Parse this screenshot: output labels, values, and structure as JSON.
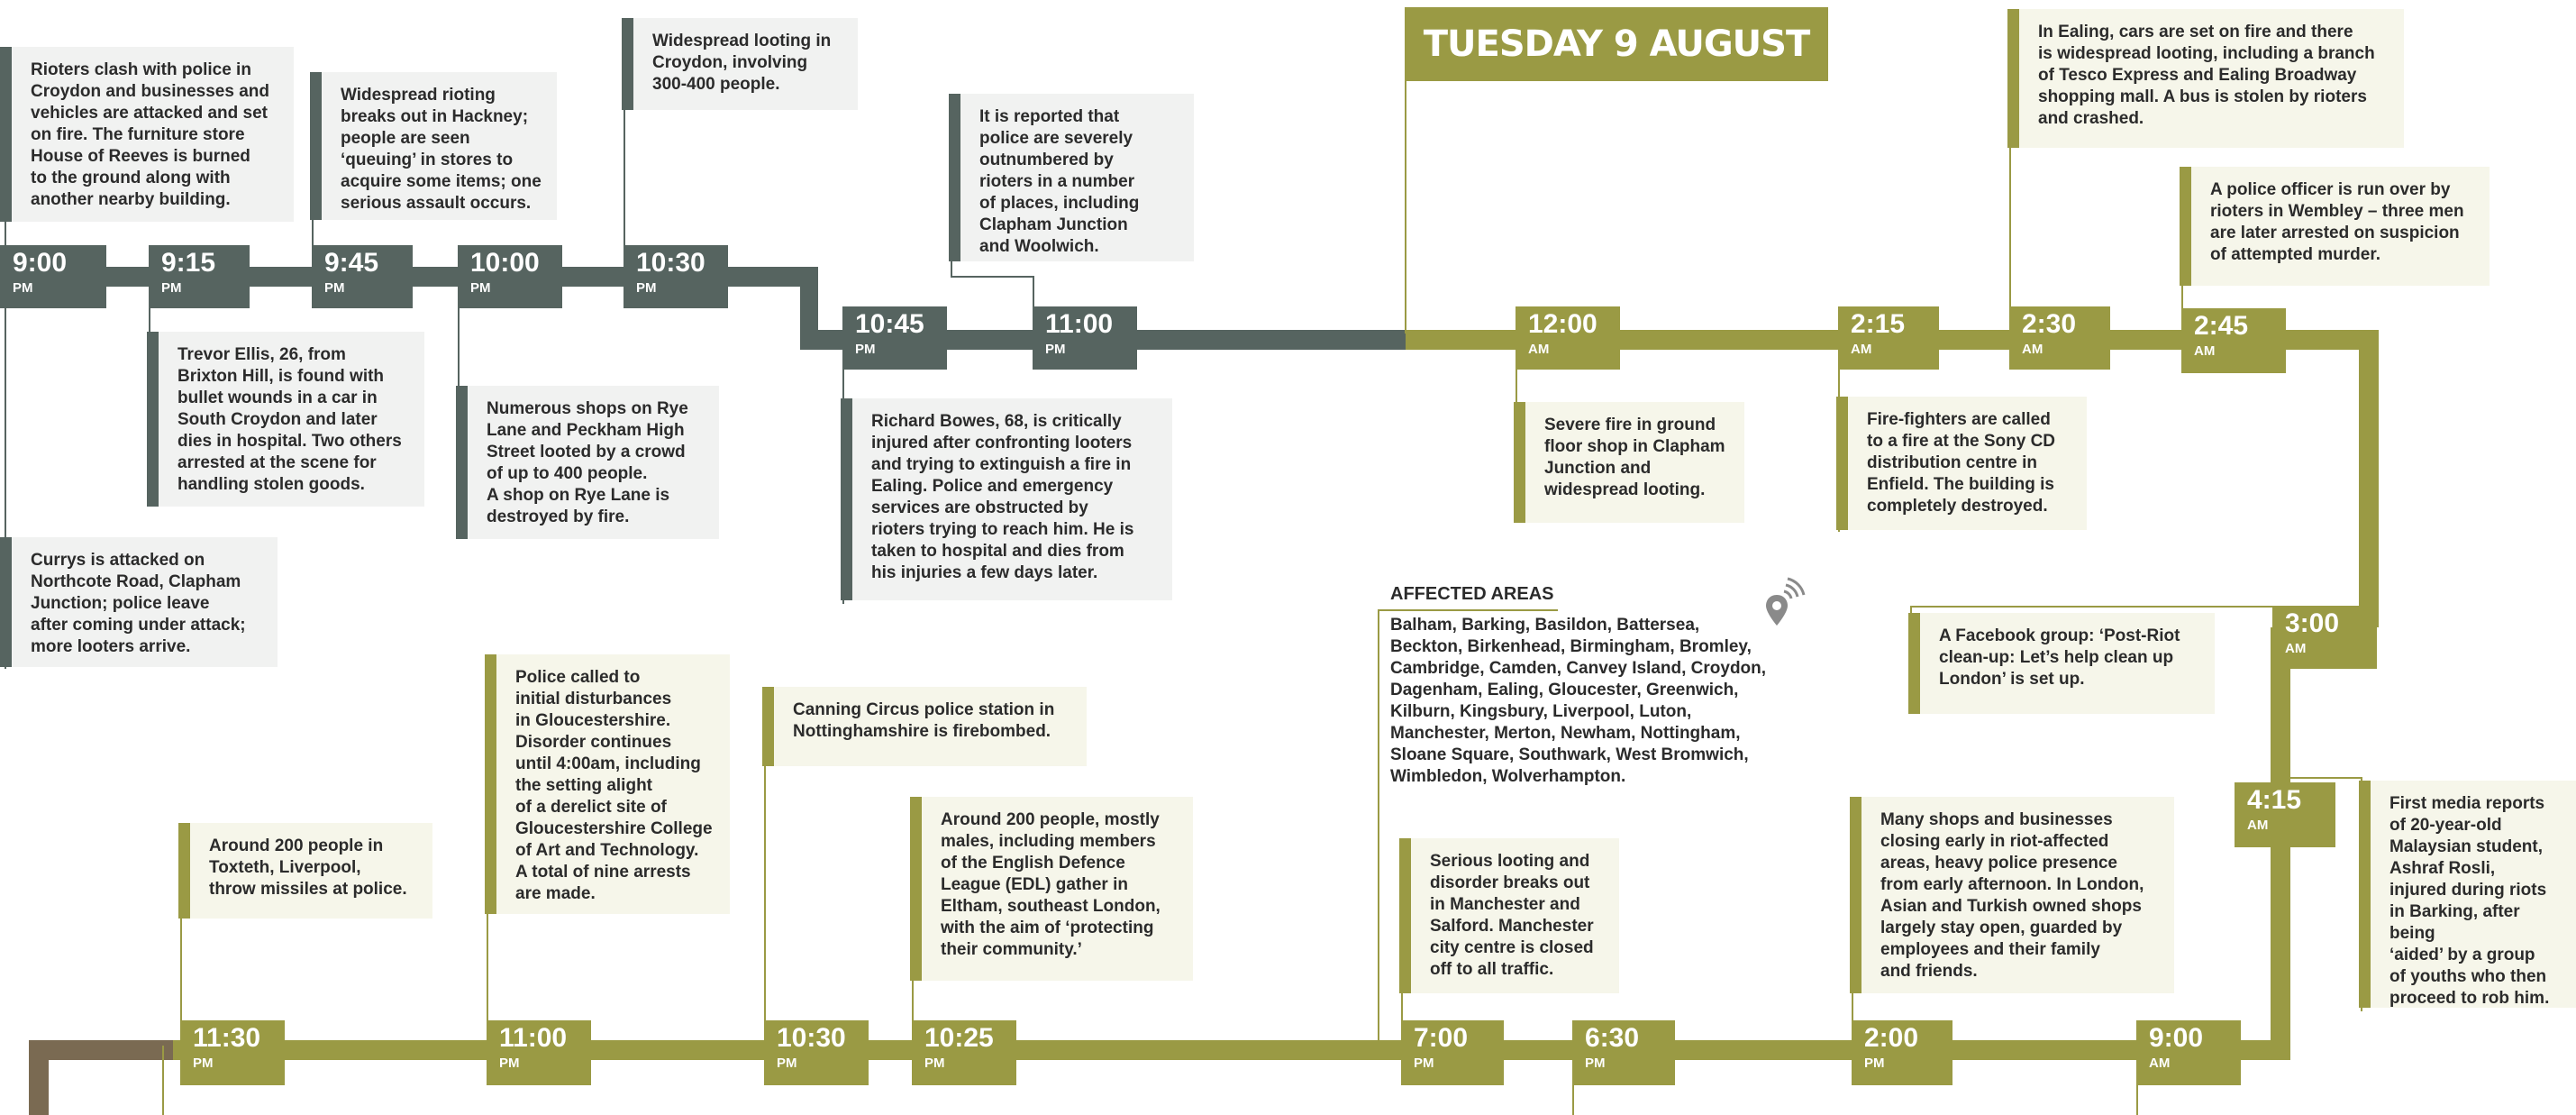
{
  "colors": {
    "dark": "#566460",
    "olive": "#9a9a44",
    "brown": "#7a6a52"
  },
  "banner": {
    "title": "TUESDAY 9 AUGUST"
  },
  "times": {
    "t900pm": {
      "t": "9:00",
      "p": "PM"
    },
    "t915pm": {
      "t": "9:15",
      "p": "PM"
    },
    "t945pm": {
      "t": "9:45",
      "p": "PM"
    },
    "t1000pm": {
      "t": "10:00",
      "p": "PM"
    },
    "t1030pm": {
      "t": "10:30",
      "p": "PM"
    },
    "t1045pm": {
      "t": "10:45",
      "p": "PM"
    },
    "t1100pm": {
      "t": "11:00",
      "p": "PM"
    },
    "t1200am": {
      "t": "12:00",
      "p": "AM"
    },
    "t215am": {
      "t": "2:15",
      "p": "AM"
    },
    "t230am": {
      "t": "2:30",
      "p": "AM"
    },
    "t245am": {
      "t": "2:45",
      "p": "AM"
    },
    "t300am": {
      "t": "3:00",
      "p": "AM"
    },
    "t415am": {
      "t": "4:15",
      "p": "AM"
    },
    "t900am": {
      "t": "9:00",
      "p": "AM"
    },
    "t200pm": {
      "t": "2:00",
      "p": "PM"
    },
    "t630pm": {
      "t": "6:30",
      "p": "PM"
    },
    "t700pm": {
      "t": "7:00",
      "p": "PM"
    },
    "t1025pm": {
      "t": "10:25",
      "p": "PM"
    },
    "t1030pm2": {
      "t": "10:30",
      "p": "PM"
    },
    "t1100pm2": {
      "t": "11:00",
      "p": "PM"
    },
    "t1130pm": {
      "t": "11:30",
      "p": "PM"
    }
  },
  "events": {
    "e1": "Rioters clash with police in\nCroydon and businesses and\nvehicles are attacked and set\non fire. The furniture store\nHouse of Reeves is burned\nto the ground along with\nanother nearby building.",
    "e2": "Currys is attacked on\nNorthcote Road, Clapham\nJunction; police leave\nafter coming under attack;\nmore looters arrive.",
    "e3": "Trevor Ellis, 26, from\nBrixton Hill, is found with\nbullet wounds in a car in\nSouth Croydon and later\ndies in hospital. Two others\narrested at the scene for\nhandling stolen goods.",
    "e4": "Widespread rioting\nbreaks out in Hackney;\npeople are seen\n‘queuing’ in stores to\nacquire some items; one\nserious assault occurs.",
    "e5": "Numerous shops on Rye\nLane and Peckham High\nStreet looted by a crowd\nof up to 400 people.\nA shop on Rye Lane is\ndestroyed by fire.",
    "e6": "Widespread looting in\nCroydon, involving\n300-400 people.",
    "e7": "Richard Bowes, 68, is critically\ninjured after confronting looters\nand trying to extinguish a fire in\nEaling. Police and emergency\nservices are obstructed by\nrioters trying to reach him. He is\ntaken to hospital and dies from\nhis injuries a few days later.",
    "e8": " It is reported that\npolice are severely\noutnumbered by\nrioters in a number\nof places, including\nClapham Junction\nand Woolwich.",
    "e9": "Severe fire in ground\nfloor shop in Clapham\nJunction and\nwidespread looting.",
    "e10": "Fire-fighters are called\nto a fire at the Sony CD\ndistribution centre in\nEnfield. The building is\ncompletely destroyed.",
    "e11": "In Ealing, cars are set on fire and there\nis widespread looting, including a branch\nof Tesco Express and Ealing Broadway\nshopping mall. A bus is stolen by rioters\nand crashed.",
    "e12": "A police officer is run over by\nrioters in Wembley – three men\nare later arrested on suspicion\nof attempted murder.",
    "e13": "A Facebook group: ‘Post-Riot\nclean-up: Let’s help clean up\nLondon’ is set up.",
    "e14": "First media reports\nof 20-year-old\nMalaysian student,\nAshraf Rosli,\ninjured during riots\nin Barking, after being\n‘aided’ by a group\nof youths who then\nproceed to rob him.",
    "e15": "Many shops and businesses\nclosing early in riot-affected\nareas, heavy police presence\nfrom early afternoon. In London,\nAsian and Turkish owned shops\nlargely stay open, guarded by\nemployees and their family\nand friends.",
    "e16": "Serious looting and\ndisorder breaks out\nin Manchester and\nSalford. Manchester\ncity centre is closed\noff to all traffic.",
    "e17": "Around 200 people, mostly\nmales, including members\nof the English Defence\nLeague (EDL) gather in\nEltham, southeast London,\nwith the aim of ‘protecting\ntheir community.’",
    "e18": "Canning Circus police station in\nNottinghamshire is firebombed.",
    "e19": "Police called to\ninitial disturbances\nin Gloucestershire.\nDisorder continues\nuntil 4:00am, including\nthe setting alight\nof a derelict site of\nGloucestershire College\nof Art and Technology.\nA total of nine arrests\nare made.",
    "e20": "Around 200 people in\nToxteth, Liverpool,\nthrow missiles at police."
  },
  "affected": {
    "title": "AFFECTED AREAS",
    "icon": "map-pin-signal-icon",
    "list": "Balham, Barking, Basildon, Battersea,\nBeckton, Birkenhead, Birmingham, Bromley,\nCambridge, Camden, Canvey Island, Croydon,\nDagenham, Ealing, Gloucester, Greenwich,\nKilburn, Kingsbury, Liverpool, Luton,\nManchester, Merton, Newham, Nottingham,\nSloane Square, Southwark, West Bromwich,\nWimbledon, Wolverhampton."
  }
}
